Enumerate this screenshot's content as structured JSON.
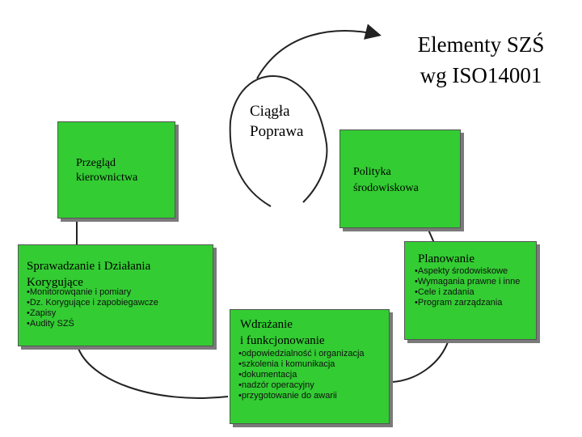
{
  "title": {
    "line1": "Elementy SZŚ",
    "line2": "wg ISO14001"
  },
  "cycle_label": {
    "line1": "Ciągła",
    "line2": "Poprawa"
  },
  "boxes": {
    "review": {
      "title_line1": "Przegląd",
      "title_line2": "kierownictwa"
    },
    "policy": {
      "title_line1": "Polityka",
      "title_line2": "środowiskowa"
    },
    "planning": {
      "title": "Planowanie",
      "bullets": [
        "Aspekty środowiskowe",
        "Wymagania prawne i inne",
        "Cele i zadania",
        "Program zarządzania"
      ]
    },
    "implementation": {
      "title_line1": "Wdrażanie",
      "title_line2": "i funkcjonowanie",
      "bullets": [
        "odpowiedzialność i organizacja",
        "szkolenia i komunikacja",
        "dokumentacja",
        "nadzór operacyjny",
        "przygotowanie do awarii"
      ]
    },
    "checking": {
      "title_line1": "Sprawadzanie i Działania",
      "title_line2": "Korygujące",
      "bullets": [
        "Monitorowqanie i pomiary",
        "Dz. Korygujące i zapobiegawcze",
        "Zapisy",
        "Audity SZŚ"
      ]
    }
  },
  "colors": {
    "box_fill": "#33cc33",
    "shadow": "#7a7a7a",
    "line": "#222222"
  }
}
